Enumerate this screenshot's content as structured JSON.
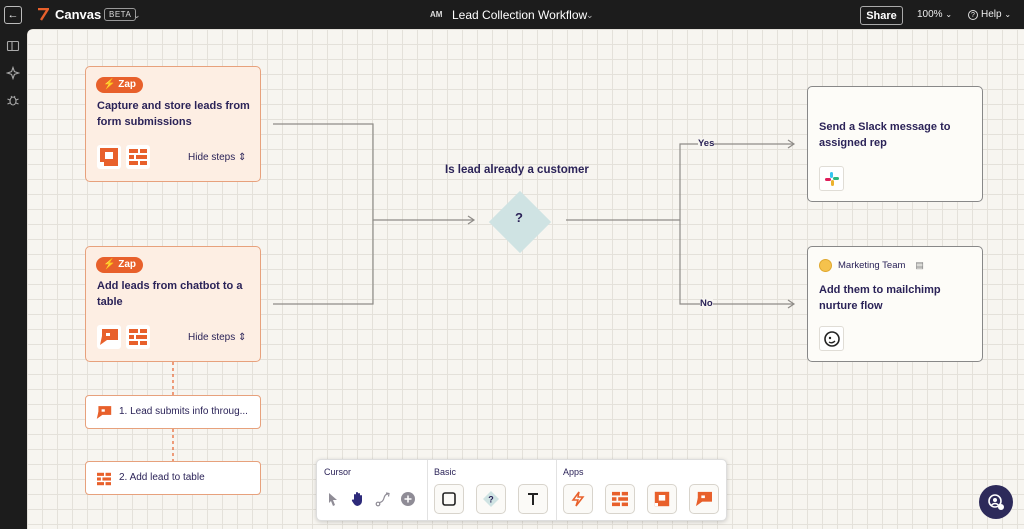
{
  "topbar": {
    "app_name": "Canvas",
    "beta_label": "BETA",
    "initials": "AM",
    "workflow_title": "Lead Collection Workflow",
    "share_label": "Share",
    "zoom_label": "100%",
    "help_label": "Help"
  },
  "zaps": [
    {
      "pill": "Zap",
      "title": "Capture and store leads from form submissions",
      "hide_steps": "Hide steps"
    },
    {
      "pill": "Zap",
      "title": "Add leads from chatbot to a table",
      "hide_steps": "Hide steps"
    }
  ],
  "steps": [
    {
      "label": "1. Lead submits info throug..."
    },
    {
      "label": "2. Add lead to table"
    }
  ],
  "decision": {
    "label": "Is lead already a customer",
    "symbol": "?"
  },
  "branches": {
    "yes": "Yes",
    "no": "No"
  },
  "actions": [
    {
      "title": "Send a Slack message to assigned rep",
      "app_icon": "slack-icon"
    },
    {
      "team": "Marketing Team",
      "title": "Add them to mailchimp nurture flow",
      "app_icon": "mailchimp-icon"
    }
  ],
  "toolbar": {
    "cursor_label": "Cursor",
    "basic_label": "Basic",
    "apps_label": "Apps"
  },
  "colors": {
    "accent": "#e8602b",
    "zap_bg": "#fdeee3",
    "diamond": "#cfe3e3",
    "text": "#2b2358"
  }
}
